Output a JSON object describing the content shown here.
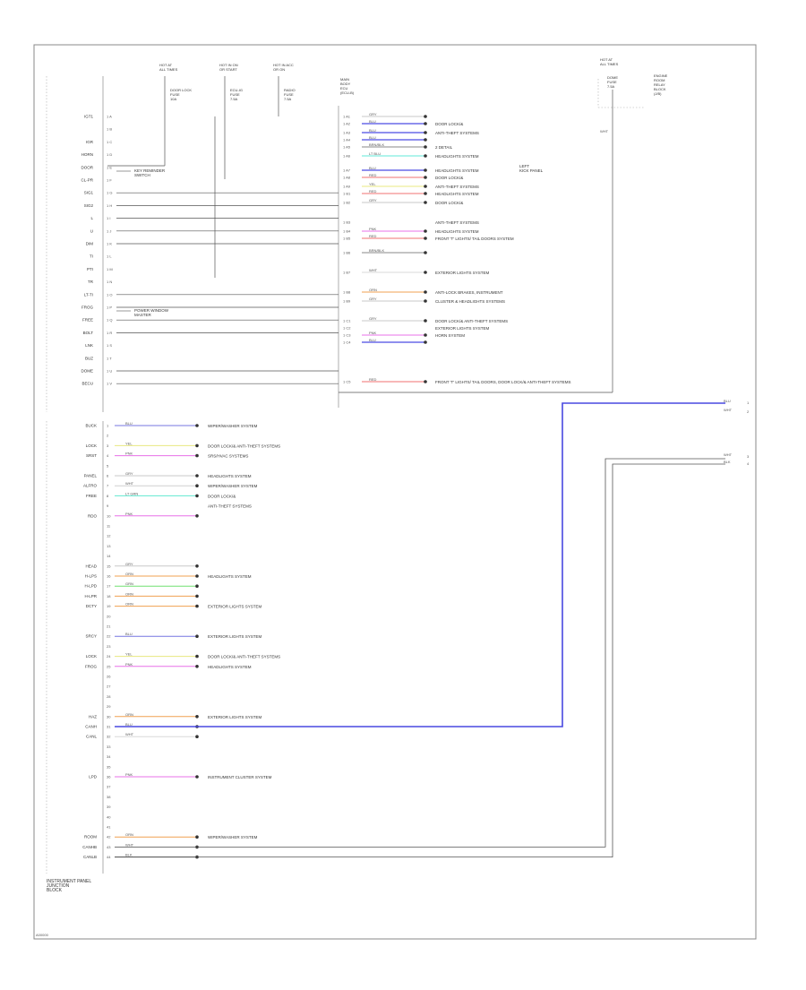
{
  "diagram": {
    "main_title": [
      "INSTRUMENT PANEL",
      "JUNCTION",
      "BLOCK"
    ],
    "page_ref": "A00000",
    "top_feeds": [
      {
        "label": [
          "HOT AT",
          "ALL TIMES"
        ],
        "sub": [
          "DOOR LOCK",
          "FUSE",
          "10A"
        ]
      },
      {
        "label": [
          "HOT IN ON",
          "OR START"
        ],
        "sub": [
          "ECU-IG",
          "FUSE",
          "7.5A"
        ]
      },
      {
        "label": [
          "HOT IN ACC",
          "OR ON"
        ],
        "sub": [
          "RADIO",
          "FUSE",
          "7.5A"
        ]
      }
    ],
    "body_ecu_title": [
      "MAIN",
      "BODY",
      "ECU",
      "(ECU-B)"
    ],
    "right_feed": {
      "label": [
        "HOT AT",
        "ALL TIMES"
      ],
      "sub": [
        "DOME",
        "FUSE",
        "7.5A"
      ]
    },
    "right_module": [
      "ENGINE",
      "ROOM",
      "RELAY",
      "BLOCK",
      "(J/B)"
    ],
    "upper_left_pins": [
      {
        "sig": "IGT1",
        "pin": "1 A"
      },
      {
        "sig": "",
        "pin": "1 B"
      },
      {
        "sig": "IGR",
        "pin": "1 C"
      },
      {
        "sig": "HORN",
        "pin": "1 D"
      },
      {
        "sig": "DOOR",
        "pin": "1 E"
      },
      {
        "sig": "CL-PR",
        "pin": "1 F"
      },
      {
        "sig": "SIG1",
        "pin": "1 G"
      },
      {
        "sig": "SIG2",
        "pin": "1 H"
      },
      {
        "sig": "L",
        "pin": "1 I"
      },
      {
        "sig": "U",
        "pin": "1 J"
      },
      {
        "sig": "DIM",
        "pin": "1 K"
      },
      {
        "sig": "TI",
        "pin": "1 L"
      },
      {
        "sig": "PTI",
        "pin": "1 M"
      },
      {
        "sig": "TR",
        "pin": "1 N"
      },
      {
        "sig": "LT-TI",
        "pin": "1 O"
      },
      {
        "sig": "FROG",
        "pin": "1 P"
      },
      {
        "sig": "FREE",
        "pin": "1 Q"
      },
      {
        "sig": "BOLT",
        "pin": "1 R"
      },
      {
        "sig": "LNK",
        "pin": "1 S"
      },
      {
        "sig": "BUZ",
        "pin": "1 T"
      },
      {
        "sig": "DOME",
        "pin": "1 U"
      },
      {
        "sig": "BECU",
        "pin": "1 V"
      }
    ],
    "upper_left_notes": [
      {
        "text": "KEY REMINDER",
        "text2": "SWITCH"
      },
      {
        "text": "POWER WINDOW",
        "text2": "MASTER"
      }
    ],
    "upper_right_wires": [
      {
        "pin": "1 A1",
        "color": "GRY",
        "dest": ""
      },
      {
        "pin": "1 A2",
        "color": "BLU",
        "dest": "DOOR LOCK/&"
      },
      {
        "pin": "1 A3",
        "color": "BLU",
        "dest": "ANTI-THEFT SYSTEMS"
      },
      {
        "pin": "1 A4",
        "color": "BLU",
        "dest": ""
      },
      {
        "pin": "1 A5",
        "color": "BRN/BLK",
        "dest": "2 DETAIL"
      },
      {
        "pin": "1 A6",
        "color": "LT BLU",
        "dest": "HEADLIGHTS SYSTEM"
      },
      {
        "pin": "1 A7",
        "color": "BLU",
        "dest": "HEADLIGHTS SYSTEM"
      },
      {
        "pin": "1 A8",
        "color": "RED",
        "dest": "DOOR LOCK/&"
      },
      {
        "pin": "1 A9",
        "color": "YEL",
        "dest": "ANTI-THEFT SYSTEMS"
      },
      {
        "pin": "1 B1",
        "color": "RED",
        "dest": "HEADLIGHTS SYSTEM"
      },
      {
        "pin": "1 B2",
        "color": "GRY",
        "dest": "DOOR LOCK/&"
      },
      {
        "pin": "1 B3",
        "color": "",
        "dest": "ANTI-THEFT SYSTEMS"
      },
      {
        "pin": "1 B4",
        "color": "PNK",
        "dest": "HEADLIGHTS SYSTEM"
      },
      {
        "pin": "1 B5",
        "color": "RED",
        "dest": "FRONT 'T' LIGHTS/ TAIL DOORS SYSTEM"
      },
      {
        "pin": "1 B6",
        "color": "BRN/BLK",
        "dest": ""
      },
      {
        "pin": "1 B7",
        "color": "WHT",
        "dest": "EXTERIOR LIGHTS SYSTEM"
      },
      {
        "pin": "1 B8",
        "color": "ORN",
        "dest": "ANTI-LOCK BRAKES, INSTRUMENT"
      },
      {
        "pin": "1 B9",
        "color": "GRY",
        "dest": "CLUSTER & HEADLIGHTS SYSTEMS"
      },
      {
        "pin": "1 C1",
        "color": "GRY",
        "dest": "DOOR LOCK/& ANTI-THEFT SYSTEMS"
      },
      {
        "pin": "1 C2",
        "color": "",
        "dest": "EXTERIOR LIGHTS SYSTEM"
      },
      {
        "pin": "1 C3",
        "color": "PNK",
        "dest": "HORN SYSTEM"
      },
      {
        "pin": "1 C4",
        "color": "BLU",
        "dest": ""
      },
      {
        "pin": "1 C5",
        "color": "RED",
        "dest": "FRONT 'T' LIGHTS/ TAIL DOORS, DOOR LOCK/& ANTI-THEFT SYSTEMS"
      }
    ],
    "detail_ref": [
      "LEFT",
      "KICK PANEL"
    ],
    "lower_rows": [
      {
        "sig": "BUCK",
        "pin": "1",
        "color": "BLU",
        "dest": "WIPER/WASHER SYSTEM",
        "wire": "#7777e0"
      },
      {
        "sig": "",
        "pin": "2",
        "color": "",
        "dest": "",
        "wire": ""
      },
      {
        "sig": "LOCK",
        "pin": "3",
        "color": "YEL",
        "dest": "DOOR LOCK/& ANTI-THEFT SYSTEMS",
        "wire": "#e8e880"
      },
      {
        "sig": "SRST",
        "pin": "4",
        "color": "PNK",
        "dest": "SRS/HVAC SYSTEMS",
        "wire": "#e870e8"
      },
      {
        "sig": "",
        "pin": "5",
        "color": "",
        "dest": "",
        "wire": ""
      },
      {
        "sig": "PANEL",
        "pin": "6",
        "color": "GRY",
        "dest": "HEADLIGHTS SYSTEM",
        "wire": "#c8c8c8"
      },
      {
        "sig": "ALFRO",
        "pin": "7",
        "color": "WHT",
        "dest": "WIPER/WASHER SYSTEM",
        "wire": "#cfcfcf"
      },
      {
        "sig": "FREE",
        "pin": "8",
        "color": "LT GRN",
        "dest": "DOOR LOCK/&",
        "wire": "#60e8d0"
      },
      {
        "sig": "",
        "pin": "9",
        "color": "",
        "dest": "ANTI-THEFT SYSTEMS",
        "wire": ""
      },
      {
        "sig": "RDO",
        "pin": "10",
        "color": "PNK",
        "dest": "",
        "wire": "#e870e8"
      },
      {
        "sig": "",
        "pin": "11",
        "color": "",
        "dest": "",
        "wire": ""
      },
      {
        "sig": "",
        "pin": "12",
        "color": "",
        "dest": "",
        "wire": ""
      },
      {
        "sig": "",
        "pin": "13",
        "color": "",
        "dest": "",
        "wire": ""
      },
      {
        "sig": "",
        "pin": "14",
        "color": "",
        "dest": "",
        "wire": ""
      },
      {
        "sig": "HEAD",
        "pin": "15",
        "color": "GRY",
        "dest": "",
        "wire": "#c8c8c8"
      },
      {
        "sig": "H-LPS",
        "pin": "16",
        "color": "ORN",
        "dest": "HEADLIGHTS SYSTEM",
        "wire": "#f0a050"
      },
      {
        "sig": "H-LPD",
        "pin": "17",
        "color": "GRN",
        "dest": "",
        "wire": "#70e070"
      },
      {
        "sig": "H-LPR",
        "pin": "18",
        "color": "ORN",
        "dest": "",
        "wire": "#f0a050"
      },
      {
        "sig": "DCTY",
        "pin": "19",
        "color": "ORN",
        "dest": "EXTERIOR LIGHTS SYSTEM",
        "wire": "#f0a050"
      },
      {
        "sig": "",
        "pin": "20",
        "color": "",
        "dest": "",
        "wire": ""
      },
      {
        "sig": "",
        "pin": "21",
        "color": "",
        "dest": "",
        "wire": ""
      },
      {
        "sig": "SRCY",
        "pin": "22",
        "color": "BLU",
        "dest": "EXTERIOR LIGHTS SYSTEM",
        "wire": "#7777e0"
      },
      {
        "sig": "",
        "pin": "23",
        "color": "",
        "dest": "",
        "wire": ""
      },
      {
        "sig": "LOCK",
        "pin": "24",
        "color": "YEL",
        "dest": "DOOR LOCK/& ANTI-THEFT SYSTEMS",
        "wire": "#e8e880"
      },
      {
        "sig": "FROG",
        "pin": "25",
        "color": "PNK",
        "dest": "HEADLIGHTS SYSTEM",
        "wire": "#e870e8"
      },
      {
        "sig": "",
        "pin": "26",
        "color": "",
        "dest": "",
        "wire": ""
      },
      {
        "sig": "",
        "pin": "27",
        "color": "",
        "dest": "",
        "wire": ""
      },
      {
        "sig": "",
        "pin": "28",
        "color": "",
        "dest": "",
        "wire": ""
      },
      {
        "sig": "",
        "pin": "29",
        "color": "",
        "dest": "",
        "wire": ""
      },
      {
        "sig": "HAZ",
        "pin": "30",
        "color": "ORN",
        "dest": "EXTERIOR LIGHTS SYSTEM",
        "wire": "#f0a050"
      },
      {
        "sig": "CANH",
        "pin": "31",
        "color": "BLU",
        "dest": "",
        "wire": "#4848e0"
      },
      {
        "sig": "CANL",
        "pin": "32",
        "color": "WHT",
        "dest": "",
        "wire": ""
      },
      {
        "sig": "",
        "pin": "33",
        "color": "",
        "dest": "",
        "wire": ""
      },
      {
        "sig": "",
        "pin": "34",
        "color": "",
        "dest": "",
        "wire": ""
      },
      {
        "sig": "",
        "pin": "35",
        "color": "",
        "dest": "",
        "wire": ""
      },
      {
        "sig": "LPD",
        "pin": "36",
        "color": "PNK",
        "dest": "INSTRUMENT CLUSTER SYSTEM",
        "wire": "#e870e8"
      },
      {
        "sig": "",
        "pin": "37",
        "color": "",
        "dest": "",
        "wire": ""
      },
      {
        "sig": "",
        "pin": "38",
        "color": "",
        "dest": "",
        "wire": ""
      },
      {
        "sig": "",
        "pin": "39",
        "color": "",
        "dest": "",
        "wire": ""
      },
      {
        "sig": "",
        "pin": "40",
        "color": "",
        "dest": "",
        "wire": ""
      },
      {
        "sig": "",
        "pin": "41",
        "color": "",
        "dest": "",
        "wire": ""
      },
      {
        "sig": "ROOM",
        "pin": "42",
        "color": "ORN",
        "dest": "WIPER/WASHER SYSTEM",
        "wire": "#f0a050"
      },
      {
        "sig": "CANHB",
        "pin": "43",
        "color": "WHT",
        "dest": "",
        "wire": ""
      },
      {
        "sig": "CANLB",
        "pin": "44",
        "color": "BLK",
        "dest": "",
        "wire": ""
      }
    ],
    "right_outputs": [
      {
        "color": "BLU",
        "pin": "1"
      },
      {
        "color": "WHT",
        "pin": "2"
      },
      {
        "color": "WHT",
        "pin": "3"
      },
      {
        "color": "BLK",
        "pin": "4"
      }
    ],
    "colors": {
      "frame": "#888888",
      "wire": "#555555",
      "blue": "#4848e0"
    }
  }
}
